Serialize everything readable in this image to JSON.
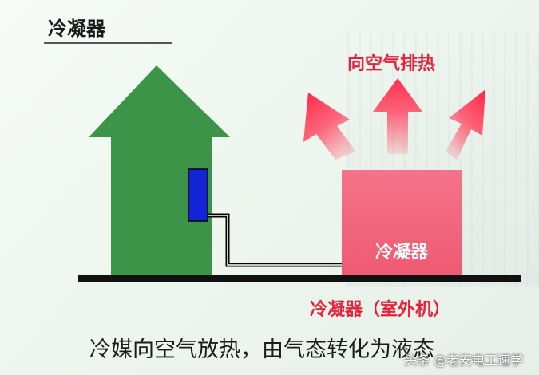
{
  "title": "冷凝器",
  "heat_release_label": "向空气排热",
  "unit_label": "冷凝器",
  "caption_red": "冷凝器（室外机）",
  "caption_main": "冷媒向空气放热，由气态转化为液态",
  "watermark": "头条 @老安电工速学",
  "colors": {
    "house": "#3b9447",
    "indoor_unit": "#1225d6",
    "condenser": "#f06377",
    "heat_arrow": "#ff4a66",
    "accent_red": "#e8223b",
    "ground": "#111111"
  }
}
